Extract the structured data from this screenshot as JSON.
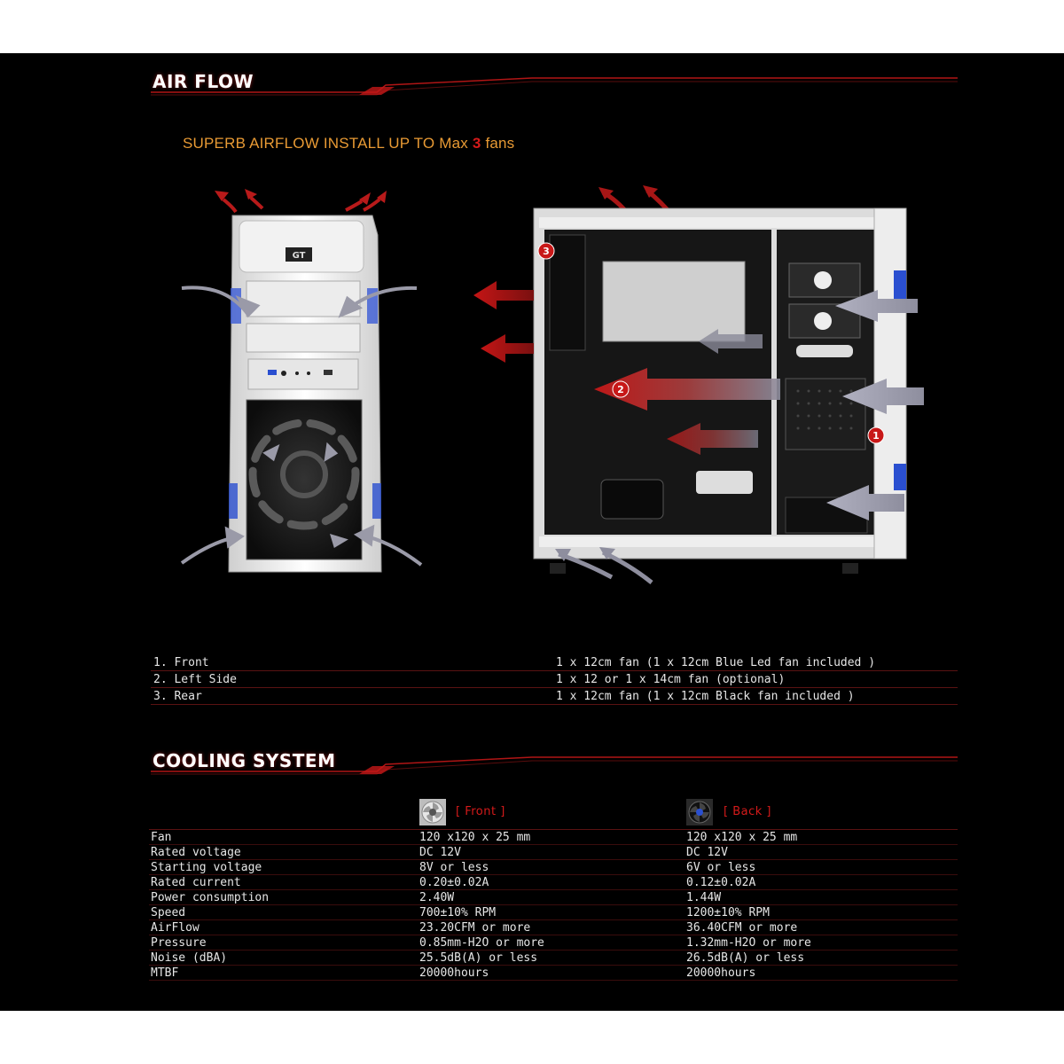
{
  "airflow": {
    "title": "AIR FLOW",
    "subtitle_pre": "SUPERB AIRFLOW INSTALL UP TO Max ",
    "subtitle_num": "3",
    "subtitle_post": " fans",
    "markers": [
      "1",
      "2",
      "3"
    ],
    "front_logo": "GT",
    "specs": [
      {
        "position": "1. Front",
        "fan": "1 x 12cm fan (1 x 12cm Blue Led fan included )"
      },
      {
        "position": "2. Left Side",
        "fan": "1 x 12 or 1 x 14cm fan (optional)"
      },
      {
        "position": "3. Rear",
        "fan": "1 x 12cm fan (1 x 12cm Black fan included )"
      }
    ]
  },
  "cooling": {
    "title": "COOLING SYSTEM",
    "front_label": "[ Front ]",
    "back_label": "[ Back ]",
    "rows": [
      {
        "key": "Fan",
        "front": "120 x120 x 25 mm",
        "back": "120 x120 x 25 mm"
      },
      {
        "key": "Rated voltage",
        "front": "DC 12V",
        "back": "DC 12V"
      },
      {
        "key": "Starting voltage",
        "front": "8V or less",
        "back": "6V or less"
      },
      {
        "key": "Rated current",
        "front": "0.20±0.02A",
        "back": "0.12±0.02A"
      },
      {
        "key": "Power consumption",
        "front": "2.40W",
        "back": "1.44W"
      },
      {
        "key": "Speed",
        "front": "700±10% RPM",
        "back": "1200±10% RPM"
      },
      {
        "key": "AirFlow",
        "front": "23.20CFM or more",
        "back": "36.40CFM or more"
      },
      {
        "key": "Pressure",
        "front": "0.85mm-H2O or more",
        "back": "1.32mm-H2O or more"
      },
      {
        "key": "Noise (dBA)",
        "front": "25.5dB(A) or less",
        "back": "26.5dB(A) or less"
      },
      {
        "key": "MTBF",
        "front": "20000hours",
        "back": "20000hours"
      }
    ]
  },
  "colors": {
    "accent_red": "#d51a1a",
    "subtitle_orange": "#e89a34",
    "background": "#000000"
  }
}
